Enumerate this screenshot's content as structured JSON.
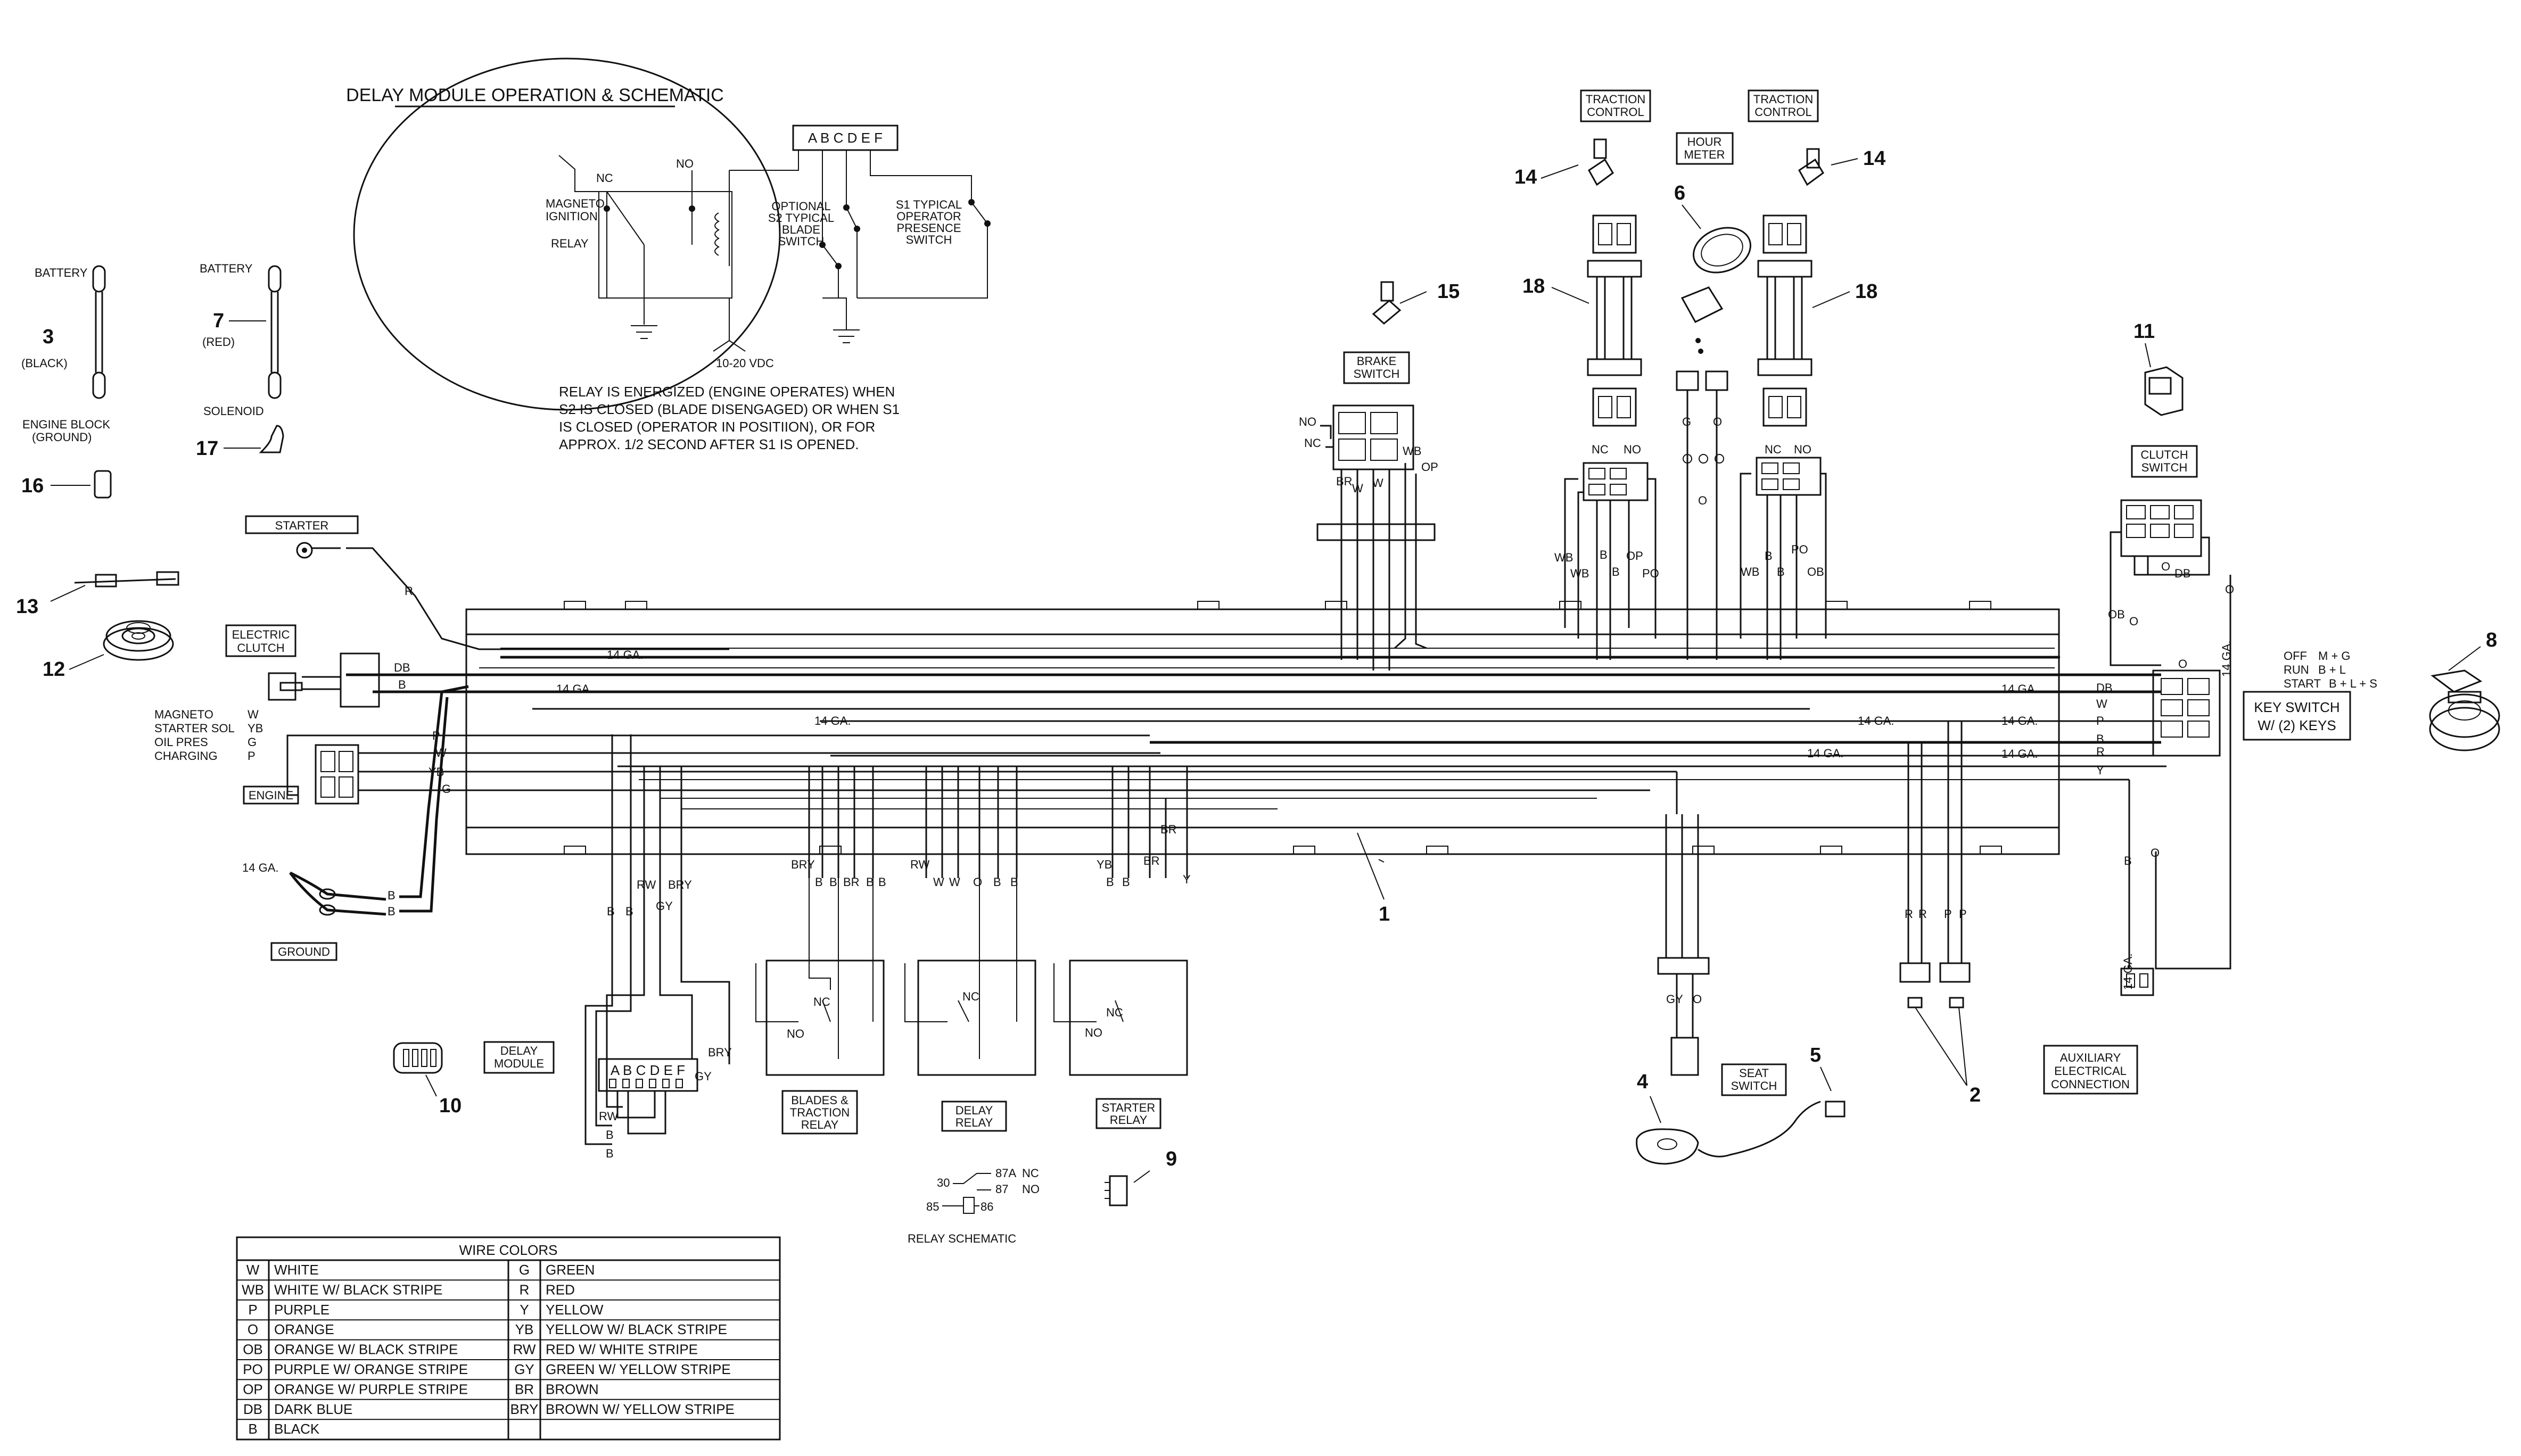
{
  "delay_module": {
    "title": "DELAY MODULE OPERATION & SCHEMATIC",
    "abcdef": "A B C D E F",
    "nc": "NC",
    "no": "NO",
    "magneto": [
      "MAGNETO",
      "IGNITION"
    ],
    "relay": "RELAY",
    "optional": [
      "OPTIONAL",
      "S2 TYPICAL",
      "BLADE",
      "SWITCH"
    ],
    "s1": [
      "S1 TYPICAL",
      "OPERATOR",
      "PRESENCE",
      "SWITCH"
    ],
    "vdc": "10-20 VDC",
    "note": [
      "RELAY IS ENERGIZED (ENGINE OPERATES) WHEN",
      "S2 IS CLOSED (BLADE DISENGAGED) OR WHEN S1",
      "IS CLOSED (OPERATOR IN POSITIION), OR FOR",
      "APPROX. 1/2 SECOND AFTER S1 IS OPENED."
    ]
  },
  "callouts": {
    "c1": "1",
    "c2": "2",
    "c3": "3",
    "c4": "4",
    "c5": "5",
    "c6": "6",
    "c7": "7",
    "c8": "8",
    "c9": "9",
    "c10": "10",
    "c11": "11",
    "c12": "12",
    "c13": "13",
    "c14a": "14",
    "c14b": "14",
    "c15": "15",
    "c16": "16",
    "c17": "17",
    "c18a": "18",
    "c18b": "18"
  },
  "labels": {
    "battery1": "BATTERY",
    "black": "(BLACK)",
    "engine_block": [
      "ENGINE BLOCK",
      "(GROUND)"
    ],
    "battery2": "BATTERY",
    "red": "(RED)",
    "solenoid": "SOLENOID",
    "starter": "STARTER",
    "electric_clutch": [
      "ELECTRIC",
      "CLUTCH"
    ],
    "magneto": "MAGNETO",
    "starter_sol": "STARTER SOL",
    "oil_pres": "OIL PRES",
    "charging": "CHARGING",
    "engine": "ENGINE",
    "ground": "GROUND",
    "delay_module": [
      "DELAY",
      "MODULE"
    ],
    "brake_switch": [
      "BRAKE",
      "SWITCH"
    ],
    "traction_control_l": [
      "TRACTION",
      "CONTROL"
    ],
    "traction_control_r": [
      "TRACTION",
      "CONTROL"
    ],
    "hour_meter": [
      "HOUR",
      "METER"
    ],
    "clutch_switch": [
      "CLUTCH",
      "SWITCH"
    ],
    "key_switch": [
      "KEY SWITCH",
      "W/ (2) KEYS"
    ],
    "key_off": "OFF",
    "key_off_val": "M + G",
    "key_run": "RUN",
    "key_run_val": "B + L",
    "key_start": "START",
    "key_start_val": "B + L + S",
    "blades_relay": [
      "BLADES &",
      "TRACTION",
      "RELAY"
    ],
    "delay_relay": [
      "DELAY",
      "RELAY"
    ],
    "starter_relay": [
      "STARTER",
      "RELAY"
    ],
    "seat_switch": [
      "SEAT",
      "SWITCH"
    ],
    "aux": [
      "AUXILIARY",
      "ELECTRICAL",
      "CONNECTION"
    ],
    "relay_schematic": "RELAY SCHEMATIC",
    "abcdef": "A B C D E F",
    "gauge": "14 GA.",
    "nc": "NC",
    "no": "NO",
    "pin30": "30",
    "pin87a": "87A",
    "pin87": "87",
    "pin85": "85",
    "pin86": "86"
  },
  "wire_colors": {
    "title": "WIRE COLORS",
    "rows": [
      [
        "W",
        "WHITE",
        "G",
        "GREEN"
      ],
      [
        "WB",
        "WHITE W/ BLACK STRIPE",
        "R",
        "RED"
      ],
      [
        "P",
        "PURPLE",
        "Y",
        "YELLOW"
      ],
      [
        "O",
        "ORANGE",
        "YB",
        "YELLOW W/ BLACK STRIPE"
      ],
      [
        "OB",
        "ORANGE W/ BLACK STRIPE",
        "RW",
        "RED W/ WHITE STRIPE"
      ],
      [
        "PO",
        "PURPLE W/ ORANGE STRIPE",
        "GY",
        "GREEN W/ YELLOW STRIPE"
      ],
      [
        "OP",
        "ORANGE W/ PURPLE STRIPE",
        "BR",
        "BROWN"
      ],
      [
        "DB",
        "DARK BLUE",
        "BRY",
        "BROWN W/ YELLOW STRIPE"
      ],
      [
        "B",
        "BLACK",
        "",
        ""
      ]
    ]
  },
  "wire_tags": {
    "R": "R",
    "B": "B",
    "W": "W",
    "WB": "WB",
    "BR": "BR",
    "OP": "OP",
    "PO": "PO",
    "OB": "OB",
    "DB": "DB",
    "P": "P",
    "YB": "YB",
    "G": "G",
    "Y": "Y",
    "O": "O",
    "RW": "RW",
    "GY": "GY",
    "BRY": "BRY"
  }
}
